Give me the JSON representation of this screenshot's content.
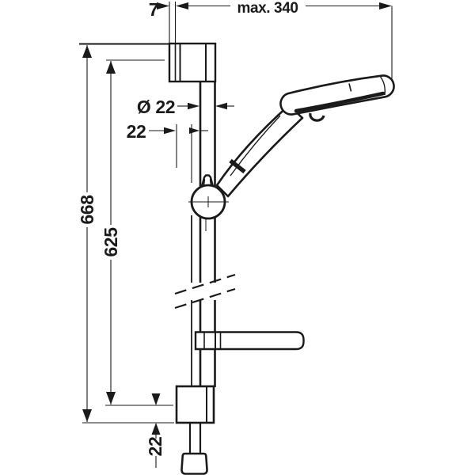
{
  "labels": {
    "top_gap": "7",
    "max_reach": "max. 340",
    "diameter": "Ø 22",
    "wall_offset": "22",
    "overall_height": "668",
    "mounting_height": "625",
    "bottom_offset": "22"
  },
  "colors": {
    "ink": "#1a1a1a",
    "background": "#ffffff"
  }
}
